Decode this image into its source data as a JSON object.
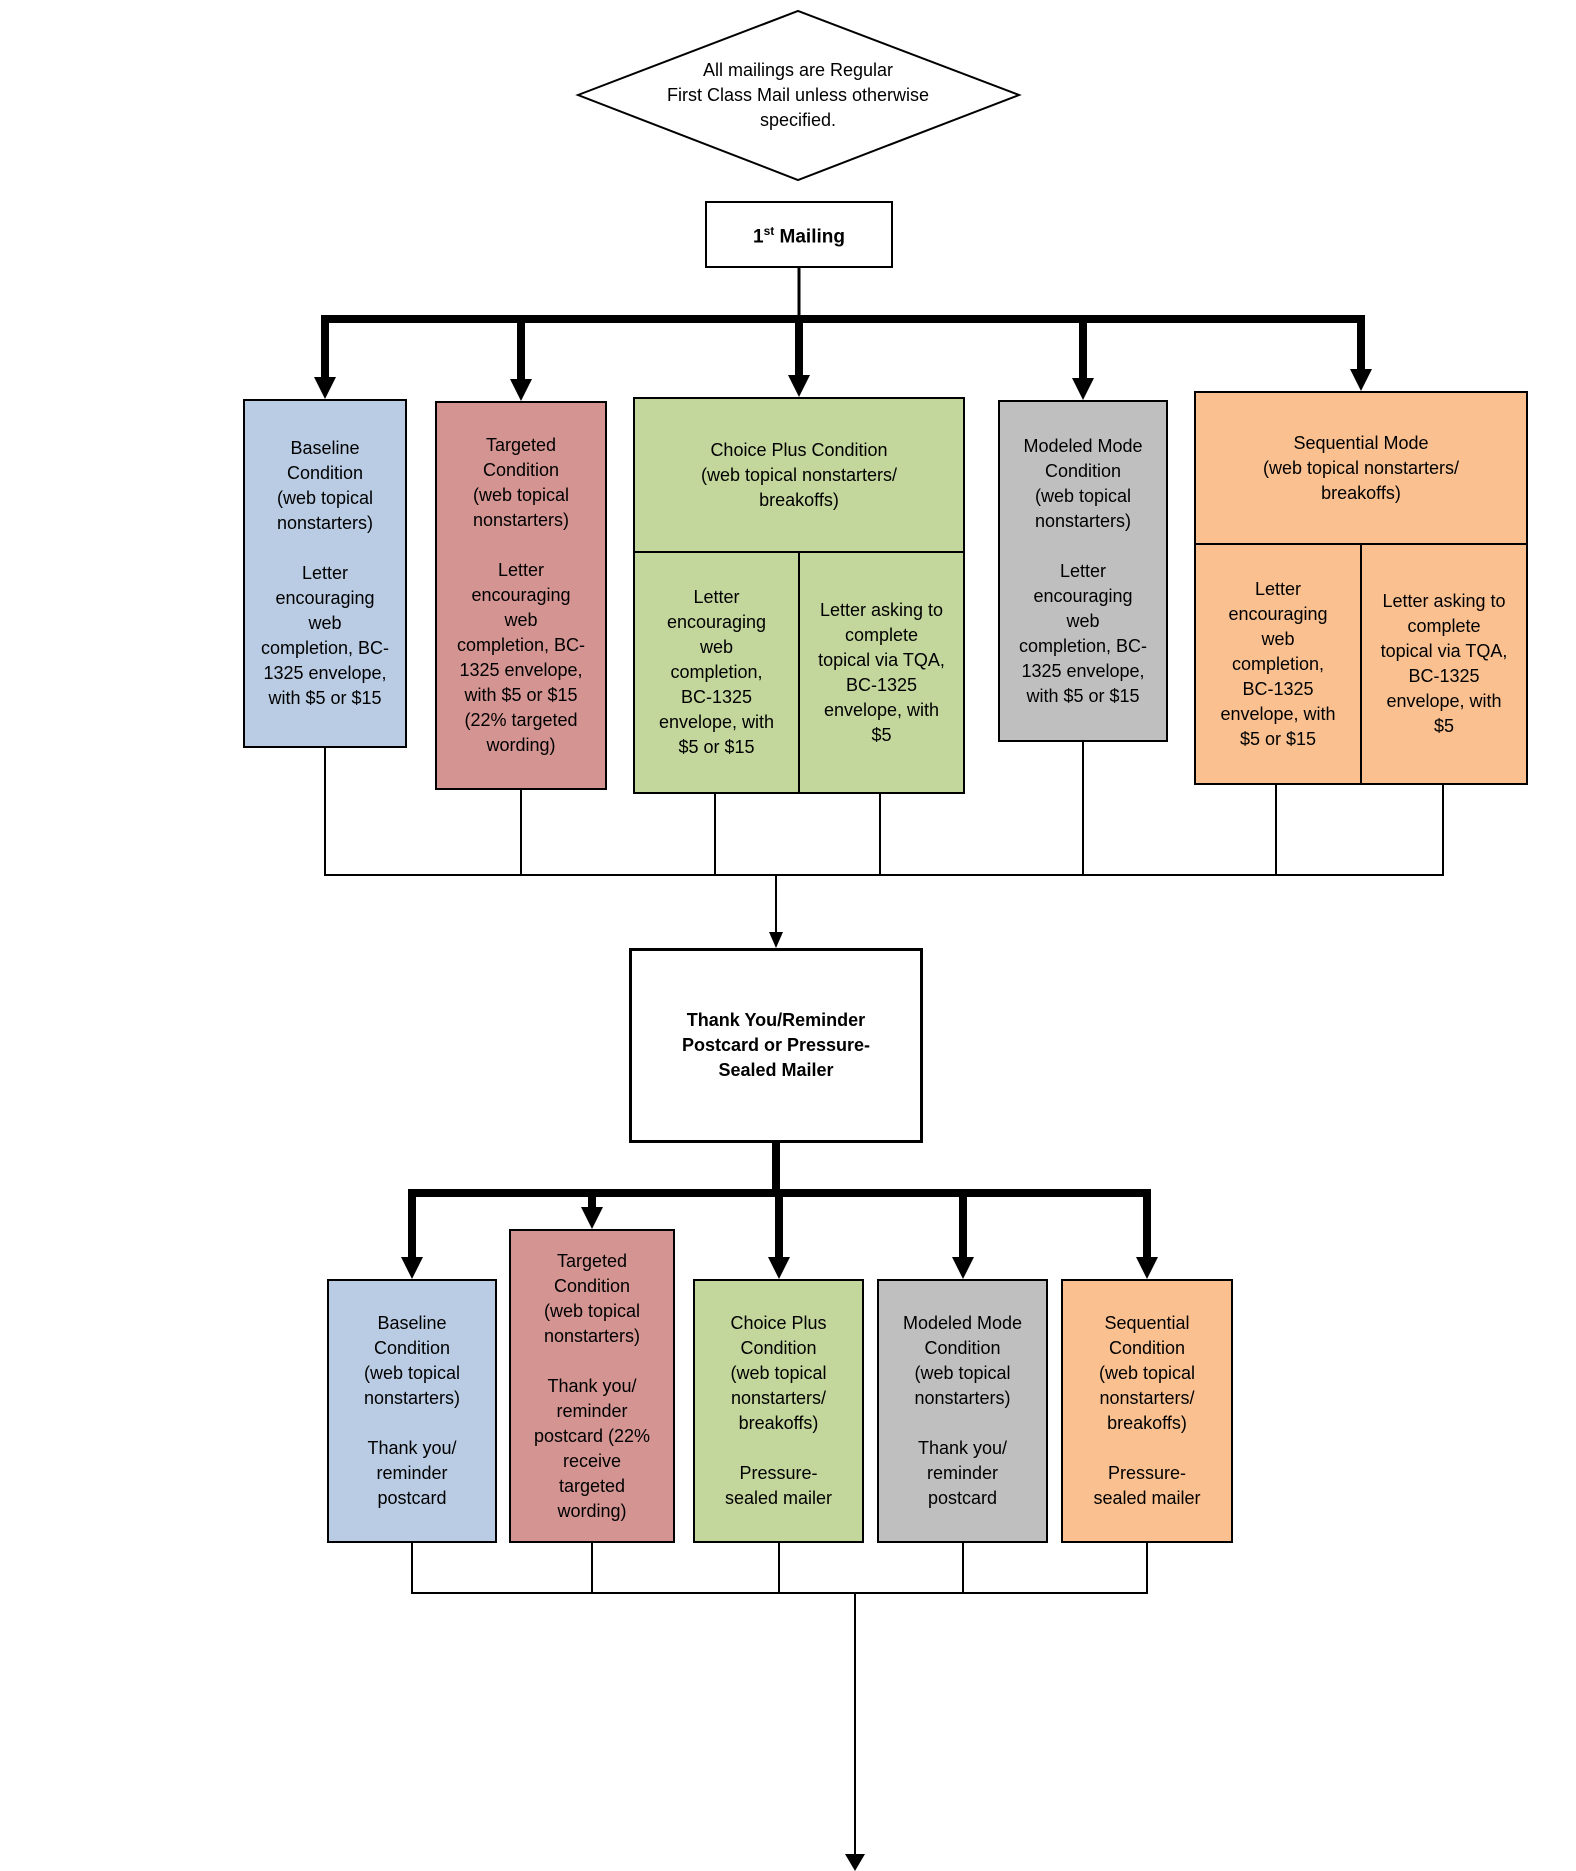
{
  "colors": {
    "baseline": "#B9CCE4",
    "targeted": "#D39492",
    "choice_plus": "#C3D69B",
    "modeled": "#BFBFBF",
    "sequential": "#FAC090",
    "line": "#000000",
    "box_background": "#FFFFFF"
  },
  "diamond_note": "All mailings are Regular\nFirst Class Mail unless otherwise\nspecified.",
  "first_mailing": {
    "base": "1",
    "sup": "st",
    "rest": " Mailing"
  },
  "reminder_box": {
    "label": "Thank You/Reminder\nPostcard or Pressure-\nSealed Mailer"
  },
  "row1": {
    "baseline": {
      "title": "Baseline\nCondition\n(web topical\nnonstarters)",
      "body": "Letter\nencouraging\nweb\ncompletion, BC-\n1325 envelope,\nwith $5 or $15"
    },
    "targeted": {
      "title": "Targeted\nCondition\n(web topical\nnonstarters)",
      "body": "Letter\nencouraging\nweb\ncompletion, BC-\n1325 envelope,\nwith $5 or $15\n(22% targeted\nwording)"
    },
    "choice_plus": {
      "title": "Choice Plus Condition\n(web topical nonstarters/\nbreakoffs)",
      "left": "Letter\nencouraging\nweb\ncompletion,\nBC-1325\nenvelope, with\n$5 or $15",
      "right": "Letter asking to\ncomplete\ntopical via TQA,\nBC-1325\nenvelope, with\n$5"
    },
    "modeled": {
      "title": "Modeled Mode\nCondition\n(web topical\nnonstarters)",
      "body": "Letter\nencouraging\nweb\ncompletion, BC-\n1325 envelope,\nwith $5 or $15"
    },
    "sequential": {
      "title": "Sequential Mode\n(web topical nonstarters/\nbreakoffs)",
      "left": "Letter\nencouraging\nweb\ncompletion,\nBC-1325\nenvelope, with\n$5 or $15",
      "right": "Letter asking to\ncomplete\ntopical via TQA,\nBC-1325\nenvelope, with\n$5"
    }
  },
  "row2": {
    "baseline": {
      "title": "Baseline\nCondition\n(web topical\nnonstarters)",
      "body": "Thank you/\nreminder\npostcard"
    },
    "targeted": {
      "title": "Targeted\nCondition\n(web topical\nnonstarters)",
      "body": "Thank you/\nreminder\npostcard (22%\nreceive\ntargeted\nwording)"
    },
    "choice_plus": {
      "title": "Choice Plus\nCondition\n(web topical\nnonstarters/\nbreakoffs)",
      "body": "Pressure-\nsealed mailer"
    },
    "modeled": {
      "title": "Modeled Mode\nCondition\n(web topical\nnonstarters)",
      "body": "Thank you/\nreminder\npostcard"
    },
    "sequential": {
      "title": "Sequential\nCondition\n(web topical\nnonstarters/\nbreakoffs)",
      "body": "Pressure-\nsealed mailer"
    }
  }
}
